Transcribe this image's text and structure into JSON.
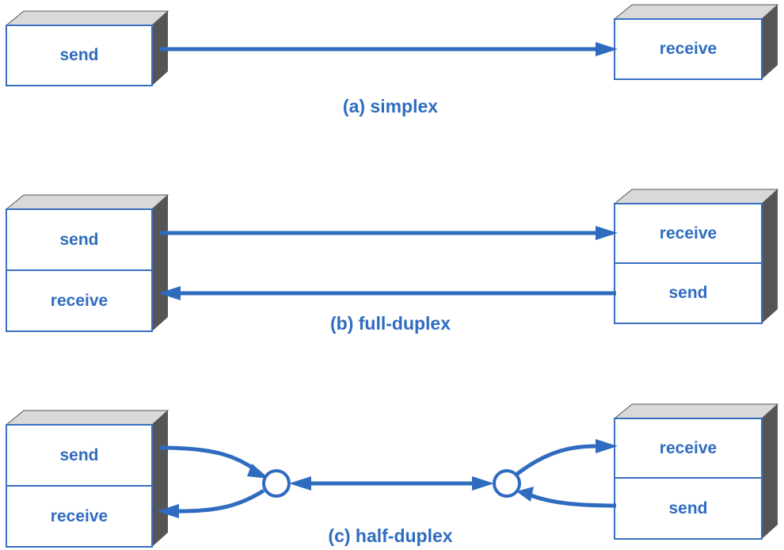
{
  "colors": {
    "blue": "#2f6cc0",
    "box_edge": "#3a6fc2",
    "top_face": "#d9d9d9",
    "side_face": "#555555"
  },
  "simplex": {
    "caption": "(a)  simplex",
    "left_box": {
      "row1": "send"
    },
    "right_box": {
      "row1": "receive"
    }
  },
  "full_duplex": {
    "caption": "(b)  full-duplex",
    "left_box": {
      "row1": "send",
      "row2": "receive"
    },
    "right_box": {
      "row1": "receive",
      "row2": "send"
    }
  },
  "half_duplex": {
    "caption": "(c)  half-duplex",
    "left_box": {
      "row1": "send",
      "row2": "receive"
    },
    "right_box": {
      "row1": "receive",
      "row2": "send"
    }
  }
}
